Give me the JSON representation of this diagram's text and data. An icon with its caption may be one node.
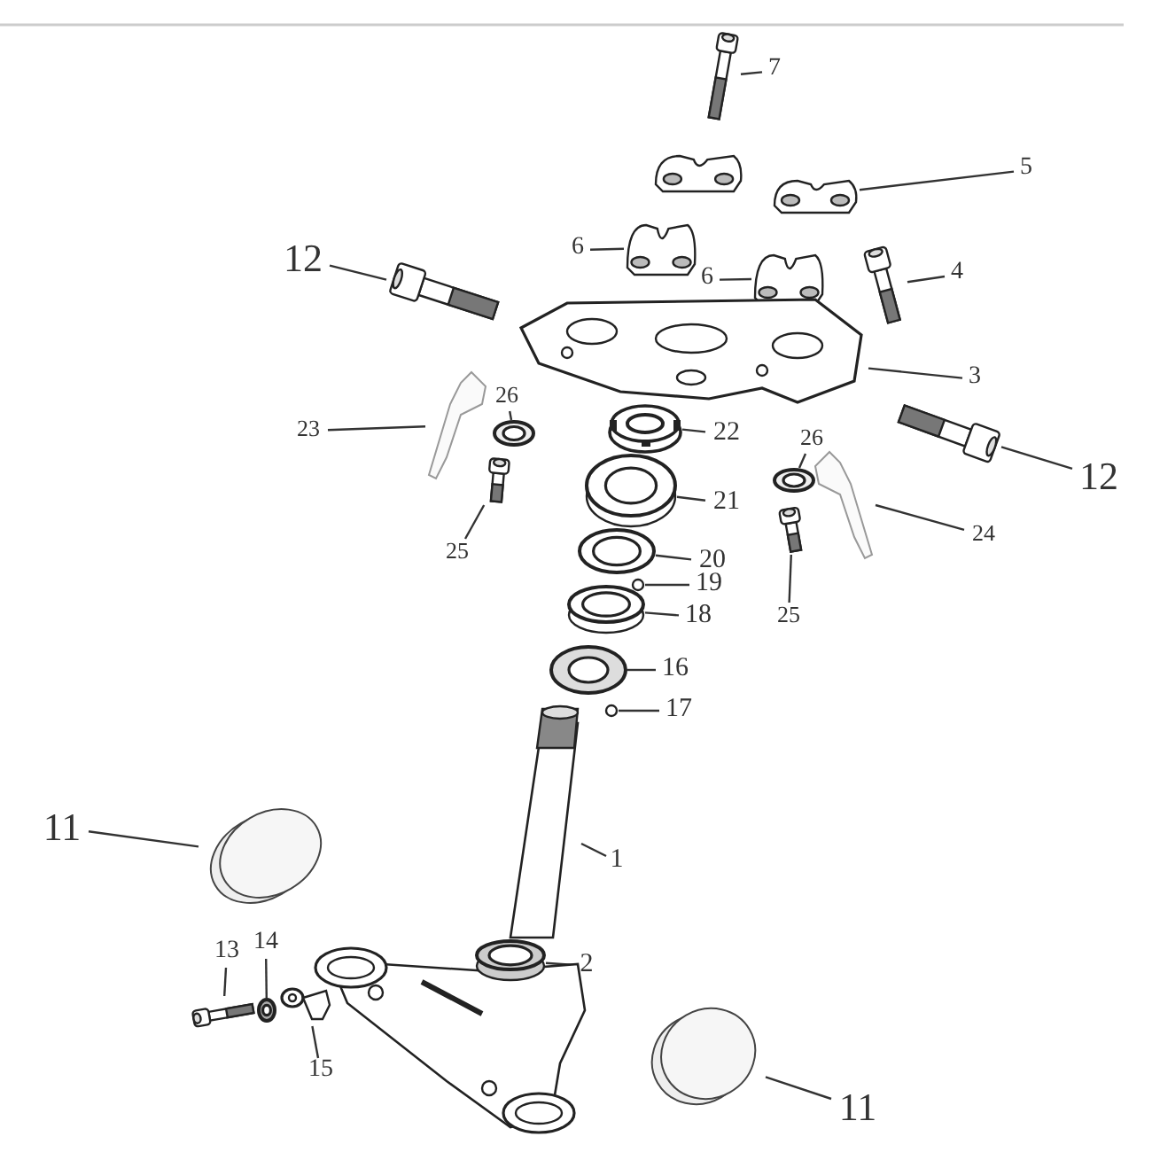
{
  "diagram": {
    "nodes": [
      {
        "text": [],
        "shape": "picture"
      },
      {
        "text": [
          "7"
        ]
      },
      {
        "text": [],
        "shape": "picture"
      },
      {
        "text": [],
        "shape": "picture"
      },
      {
        "text": [
          "5"
        ]
      },
      {
        "text": [],
        "shape": "picture"
      },
      {
        "text": [
          "6"
        ]
      },
      {
        "text": [],
        "shape": "picture"
      },
      {
        "text": [
          "6"
        ]
      },
      {
        "text": [],
        "shape": "picture"
      },
      {
        "text": [
          "4"
        ]
      },
      {
        "text": [
          "12"
        ]
      },
      {
        "text": [],
        "shape": "picture"
      },
      {
        "text": [],
        "shape": "picture"
      },
      {
        "text": [
          "3"
        ]
      },
      {
        "text": [
          "23"
        ]
      },
      {
        "text": [],
        "shape": "picture"
      },
      {
        "text": [
          "26"
        ]
      },
      {
        "text": [],
        "shape": "picture"
      },
      {
        "text": [],
        "shape": "picture"
      },
      {
        "text": [
          "22"
        ]
      },
      {
        "text": [
          "26"
        ]
      },
      {
        "text": [],
        "shape": "picture"
      },
      {
        "text": [],
        "shape": "picture"
      },
      {
        "text": [
          "12"
        ]
      },
      {
        "text": [],
        "shape": "picture"
      },
      {
        "text": [],
        "shape": "picture"
      },
      {
        "text": [
          "21"
        ]
      },
      {
        "text": [],
        "shape": "picture"
      },
      {
        "text": [
          "24"
        ]
      },
      {
        "text": [
          "25"
        ]
      },
      {
        "text": [],
        "shape": "picture"
      },
      {
        "text": [
          "20"
        ]
      },
      {
        "text": [],
        "shape": "circle"
      },
      {
        "text": [
          "19"
        ]
      },
      {
        "text": [],
        "shape": "picture"
      },
      {
        "text": [
          "25"
        ]
      },
      {
        "text": [],
        "shape": "picture"
      },
      {
        "text": [
          "18"
        ]
      },
      {
        "text": [],
        "shape": "picture"
      },
      {
        "text": [
          "16"
        ]
      },
      {
        "text": [],
        "shape": "circle"
      },
      {
        "text": [
          "17"
        ]
      },
      {
        "text": [
          "11"
        ]
      },
      {
        "text": [],
        "shape": "circle"
      },
      {
        "text": [],
        "shape": "picture"
      },
      {
        "text": [
          "1"
        ]
      },
      {
        "text": [],
        "shape": "picture"
      },
      {
        "text": [],
        "shape": "circle"
      },
      {
        "text": [
          "2"
        ]
      },
      {
        "text": [
          "13"
        ]
      },
      {
        "text": [
          "14"
        ]
      },
      {
        "text": [],
        "shape": "picture"
      },
      {
        "text": [],
        "shape": "picture"
      },
      {
        "text": [],
        "shape": "picture"
      },
      {
        "text": [
          "15"
        ]
      },
      {
        "text": [],
        "shape": "circle"
      },
      {
        "text": [
          "11"
        ]
      }
    ],
    "edges": [
      {
        "from": 1,
        "to": 0,
        "arrow": "none"
      },
      {
        "from": 4,
        "to": 3,
        "arrow": "none"
      },
      {
        "from": 6,
        "to": 5,
        "arrow": "none"
      },
      {
        "from": 8,
        "to": 7,
        "arrow": "none"
      },
      {
        "from": 10,
        "to": 9,
        "arrow": "none"
      },
      {
        "from": 11,
        "to": 12,
        "arrow": "none"
      },
      {
        "from": 14,
        "to": 13,
        "arrow": "none"
      },
      {
        "from": 15,
        "to": 16,
        "arrow": "none"
      },
      {
        "from": 17,
        "to": 18,
        "arrow": "none"
      },
      {
        "from": 20,
        "to": 19,
        "arrow": "none"
      },
      {
        "from": 21,
        "to": 22,
        "arrow": "none"
      },
      {
        "from": 24,
        "to": 23,
        "arrow": "none"
      },
      {
        "from": 27,
        "to": 26,
        "arrow": "none"
      },
      {
        "from": 29,
        "to": 28,
        "arrow": "none"
      },
      {
        "from": 30,
        "to": 25,
        "arrow": "none"
      },
      {
        "from": 32,
        "to": 31,
        "arrow": "none"
      },
      {
        "from": 34,
        "to": 33,
        "arrow": "none"
      },
      {
        "from": 36,
        "to": 35,
        "arrow": "none"
      },
      {
        "from": 38,
        "to": 37,
        "arrow": "none"
      },
      {
        "from": 40,
        "to": 39,
        "arrow": "none"
      },
      {
        "from": 42,
        "to": 41,
        "arrow": "none"
      },
      {
        "from": 43,
        "to": 44,
        "arrow": "none"
      },
      {
        "from": 46,
        "to": 45,
        "arrow": "none"
      },
      {
        "from": 49,
        "to": 48,
        "arrow": "none"
      },
      {
        "from": 50,
        "to": 52,
        "arrow": "none"
      },
      {
        "from": 51,
        "to": 53,
        "arrow": "none"
      },
      {
        "from": 55,
        "to": 54,
        "arrow": "none"
      },
      {
        "from": 57,
        "to": 56,
        "arrow": "none"
      }
    ]
  }
}
